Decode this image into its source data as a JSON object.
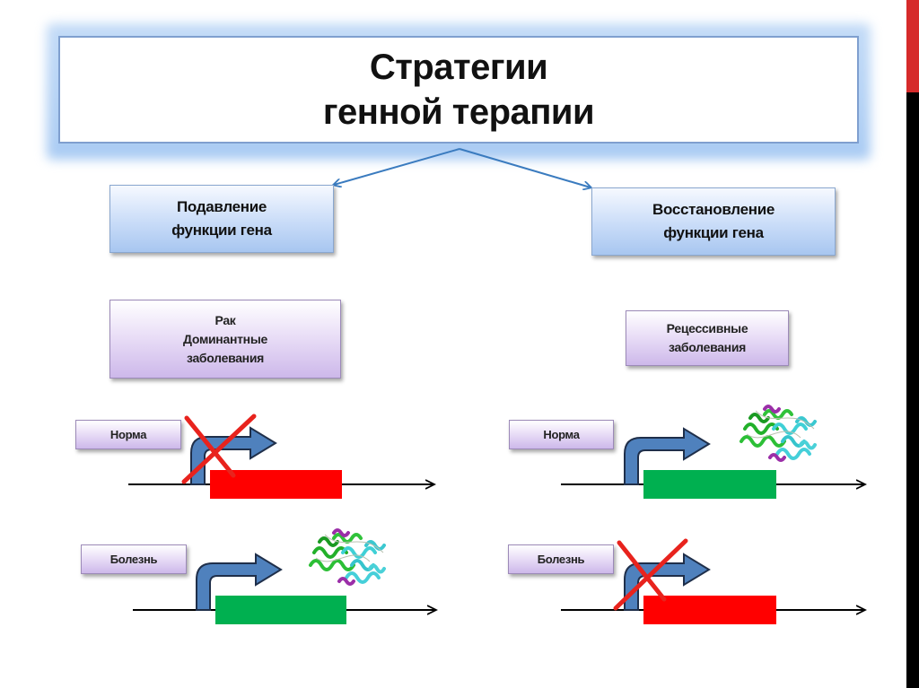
{
  "title": {
    "line1": "Стратегии",
    "line2": "генной терапии"
  },
  "strategies": {
    "left": {
      "line1": "Подавление",
      "line2": "функции гена"
    },
    "right": {
      "line1": "Восстановление",
      "line2": "функции гена"
    }
  },
  "diseases": {
    "left": {
      "line1": "Рак",
      "line2": "Доминантные",
      "line3": "заболевания"
    },
    "right": {
      "line1": "Рецессивные",
      "line2": "заболевания"
    }
  },
  "scenarios": {
    "left_normal": {
      "label": "Норма",
      "promoter_blocked": true,
      "gene_color": "#ff0000",
      "protein_present": false
    },
    "left_disease": {
      "label": "Болезнь",
      "promoter_blocked": false,
      "gene_color": "#00b050",
      "protein_present": true
    },
    "right_normal": {
      "label": "Норма",
      "promoter_blocked": false,
      "gene_color": "#00b050",
      "protein_present": true
    },
    "right_disease": {
      "label": "Болезнь",
      "promoter_blocked": true,
      "gene_color": "#ff0000",
      "protein_present": false
    }
  },
  "colors": {
    "arrow_blue": "#4f81bd",
    "connector_blue": "#3a7bbf",
    "cross_red": "#e8231d",
    "gene_red": "#ff0000",
    "gene_green": "#00b050",
    "edge_red": "#d62b2b"
  }
}
